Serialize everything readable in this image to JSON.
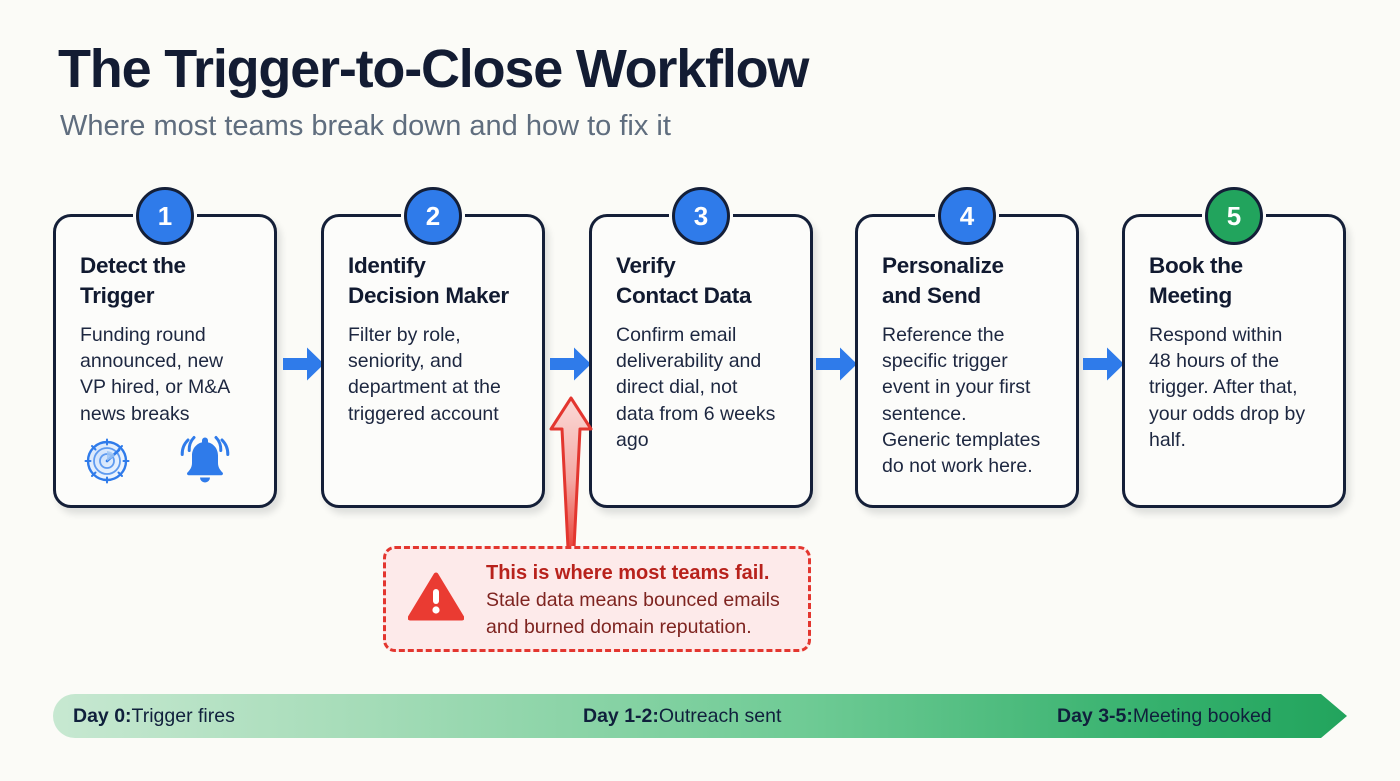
{
  "header": {
    "title": "The Trigger-to-Close Workflow",
    "subtitle": "Where most teams break down and how to fix it"
  },
  "colors": {
    "background": "#fbfbf7",
    "card_border": "#141f38",
    "badge_blue": "#2f7bea",
    "badge_green": "#22a45d",
    "arrow_blue": "#2f7bea",
    "alert_red": "#e3362f",
    "alert_bg": "#fdeaea",
    "alert_heading": "#b8221c",
    "alert_text": "#7e2420",
    "title_navy": "#131c33",
    "subtitle_gray": "#5f6d7e",
    "timeline_start": "#c7e8d1",
    "timeline_end": "#22a45d"
  },
  "steps": [
    {
      "number": "1",
      "badge_color": "#2f7bea",
      "title": "Detect the\nTrigger",
      "body": "Funding round\nannounced, new\nVP hired, or M&A\nnews breaks",
      "icons": [
        "radar-icon",
        "bell-ringing-icon"
      ]
    },
    {
      "number": "2",
      "badge_color": "#2f7bea",
      "title": "Identify\nDecision Maker",
      "body": "Filter by role,\nseniority, and\ndepartment at the\ntriggered account",
      "icons": []
    },
    {
      "number": "3",
      "badge_color": "#2f7bea",
      "title": "Verify\nContact Data",
      "body": "Confirm email\ndeliverability and\ndirect dial, not\ndata from 6 weeks\nago",
      "icons": []
    },
    {
      "number": "4",
      "badge_color": "#2f7bea",
      "title": "Personalize\nand Send",
      "body": "Reference the\nspecific trigger\nevent in your first\nsentence.\nGeneric templates\ndo not work here.",
      "icons": []
    },
    {
      "number": "5",
      "badge_color": "#22a45d",
      "title": "Book the\nMeeting",
      "body": "Respond within\n48 hours of the\ntrigger. After that,\nyour odds drop by\nhalf.",
      "icons": []
    }
  ],
  "connectors": [
    {
      "name": "arrow-step1-to-step2"
    },
    {
      "name": "arrow-step2-to-step3"
    },
    {
      "name": "arrow-step3-to-step4"
    },
    {
      "name": "arrow-step4-to-step5"
    }
  ],
  "callout": {
    "icon": "warning-triangle-icon",
    "heading": "This is where most teams fail.",
    "body": "Stale data means bounced emails\nand burned domain reputation.",
    "points_to_step": "3"
  },
  "timeline": {
    "items": [
      {
        "label": "Day 0:",
        "text": " Trigger fires"
      },
      {
        "label": "Day 1-2:",
        "text": " Outreach sent"
      },
      {
        "label": "Day 3-5:",
        "text": " Meeting booked"
      }
    ]
  }
}
